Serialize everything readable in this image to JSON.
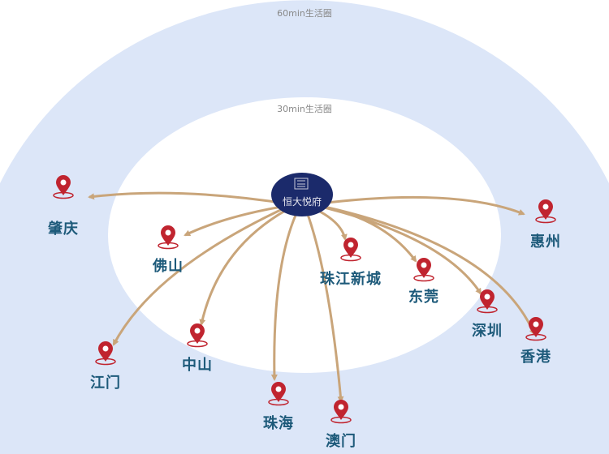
{
  "rings": {
    "outer_label": "60min生活圈",
    "inner_label": "30min生活圈"
  },
  "center": {
    "logo_text": "恒大悦府"
  },
  "colors": {
    "outer_ring": "#dce6f8",
    "inner_ring": "#ffffff",
    "arrow": "#c9a57a",
    "pin": "#c0242f",
    "label": "#1d5a7a",
    "logo": "#1b2a6b"
  },
  "cities": [
    {
      "name": "肇庆"
    },
    {
      "name": "佛山"
    },
    {
      "name": "中山"
    },
    {
      "name": "江门"
    },
    {
      "name": "珠海"
    },
    {
      "name": "澳门"
    },
    {
      "name": "珠江新城"
    },
    {
      "name": "东莞"
    },
    {
      "name": "深圳"
    },
    {
      "name": "香港"
    },
    {
      "name": "惠州"
    }
  ]
}
